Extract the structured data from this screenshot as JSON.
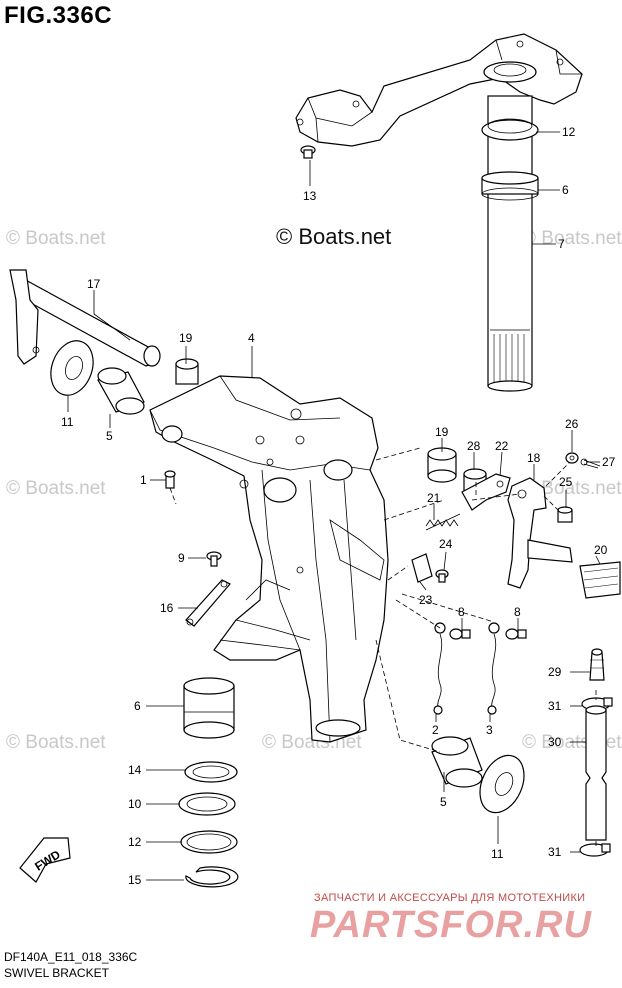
{
  "figure": {
    "title": "FIG.336C"
  },
  "watermarks": {
    "main": "© Boats.net",
    "faint": "© Boats.net"
  },
  "footer": {
    "model_code": "DF140A_E11_018_336C",
    "subtitle": "SWIVEL BRACKET"
  },
  "advert": {
    "tagline": "ЗАПЧАСТИ И АКСЕССУАРЫ ДЛЯ МОТОТЕХНИКИ",
    "logo_text": "PARTSFOR.RU"
  },
  "direction_indicator": {
    "text": "FWD"
  },
  "callouts": [
    {
      "id": "c1",
      "number": "1"
    },
    {
      "id": "c2",
      "number": "2"
    },
    {
      "id": "c3",
      "number": "3"
    },
    {
      "id": "c4",
      "number": "4"
    },
    {
      "id": "c5a",
      "number": "5"
    },
    {
      "id": "c5b",
      "number": "5"
    },
    {
      "id": "c6a",
      "number": "6"
    },
    {
      "id": "c6b",
      "number": "6"
    },
    {
      "id": "c7",
      "number": "7"
    },
    {
      "id": "c8a",
      "number": "8"
    },
    {
      "id": "c8b",
      "number": "8"
    },
    {
      "id": "c9",
      "number": "9"
    },
    {
      "id": "c10",
      "number": "10"
    },
    {
      "id": "c11a",
      "number": "11"
    },
    {
      "id": "c11b",
      "number": "11"
    },
    {
      "id": "c12a",
      "number": "12"
    },
    {
      "id": "c12b",
      "number": "12"
    },
    {
      "id": "c13",
      "number": "13"
    },
    {
      "id": "c14",
      "number": "14"
    },
    {
      "id": "c15",
      "number": "15"
    },
    {
      "id": "c16",
      "number": "16"
    },
    {
      "id": "c17",
      "number": "17"
    },
    {
      "id": "c18",
      "number": "18"
    },
    {
      "id": "c19a",
      "number": "19"
    },
    {
      "id": "c19b",
      "number": "19"
    },
    {
      "id": "c20",
      "number": "20"
    },
    {
      "id": "c21",
      "number": "21"
    },
    {
      "id": "c22",
      "number": "22"
    },
    {
      "id": "c23",
      "number": "23"
    },
    {
      "id": "c24",
      "number": "24"
    },
    {
      "id": "c25",
      "number": "25"
    },
    {
      "id": "c26",
      "number": "26"
    },
    {
      "id": "c27",
      "number": "27"
    },
    {
      "id": "c28",
      "number": "28"
    },
    {
      "id": "c29",
      "number": "29"
    },
    {
      "id": "c30",
      "number": "30"
    },
    {
      "id": "c31a",
      "number": "31"
    },
    {
      "id": "c31b",
      "number": "31"
    }
  ]
}
